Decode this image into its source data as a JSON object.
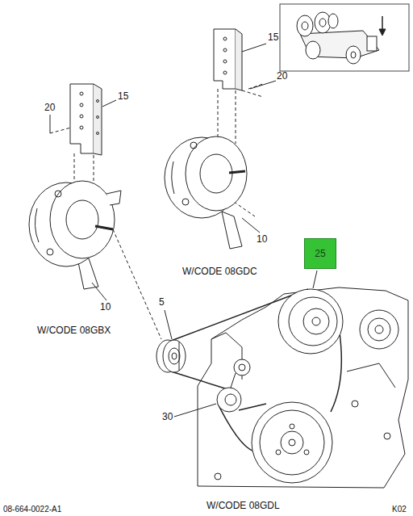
{
  "diagram": {
    "nodes": [
      {
        "text": [
          "25"
        ]
      }
    ],
    "labels": [
      "15",
      "20",
      "20",
      "15",
      "10",
      "W/CODE 08GDC",
      "5",
      "10",
      "W/CODE 08GBX",
      "30",
      "08-664-0022-A1",
      "W/CODE 08GDL",
      "K02"
    ]
  }
}
